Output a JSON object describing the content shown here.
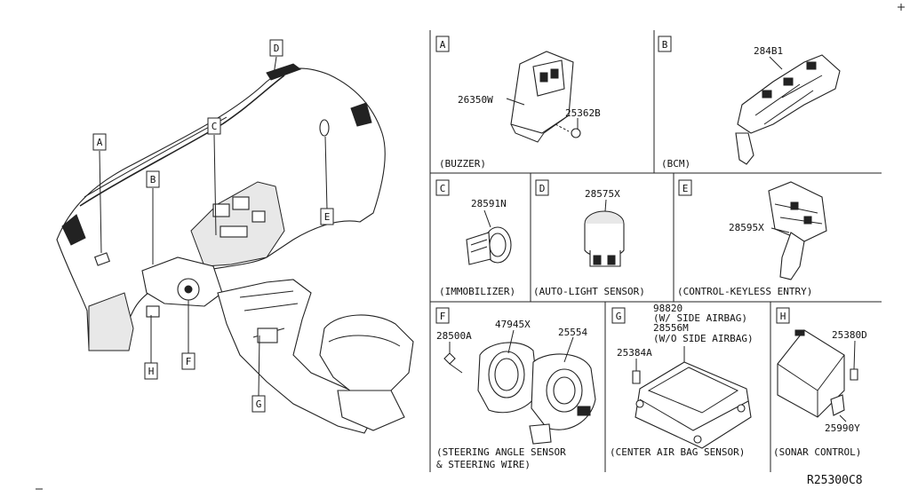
{
  "callout_letters": [
    "A",
    "B",
    "C",
    "D",
    "E",
    "F",
    "G",
    "H"
  ],
  "panels": {
    "A": {
      "letter": "A",
      "parts": [
        "26350W",
        "25362B"
      ],
      "caption": "(BUZZER)"
    },
    "B": {
      "letter": "B",
      "parts": [
        "284B1"
      ],
      "caption": "(BCM)"
    },
    "C": {
      "letter": "C",
      "parts": [
        "28591N"
      ],
      "caption": "(IMMOBILIZER)"
    },
    "D": {
      "letter": "D",
      "parts": [
        "28575X"
      ],
      "caption": "(AUTO-LIGHT SENSOR)"
    },
    "E": {
      "letter": "E",
      "parts": [
        "28595X"
      ],
      "caption": "(CONTROL-KEYLESS ENTRY)"
    },
    "F": {
      "letter": "F",
      "parts": [
        "28500A",
        "47945X",
        "25554"
      ],
      "caption_lines": [
        "(STEERING ANGLE SENSOR",
        "& STEERING WIRE)"
      ]
    },
    "G": {
      "letter": "G",
      "parts": [
        "98820",
        "(W/ SIDE AIRBAG)",
        "28556M",
        "(W/O SIDE AIRBAG)",
        "25384A"
      ],
      "caption": "(CENTER AIR BAG SENSOR)"
    },
    "H": {
      "letter": "H",
      "parts": [
        "25380D",
        "25990Y"
      ],
      "caption": "(SONAR CONTROL)"
    }
  },
  "diagram_code": "R25300C8"
}
